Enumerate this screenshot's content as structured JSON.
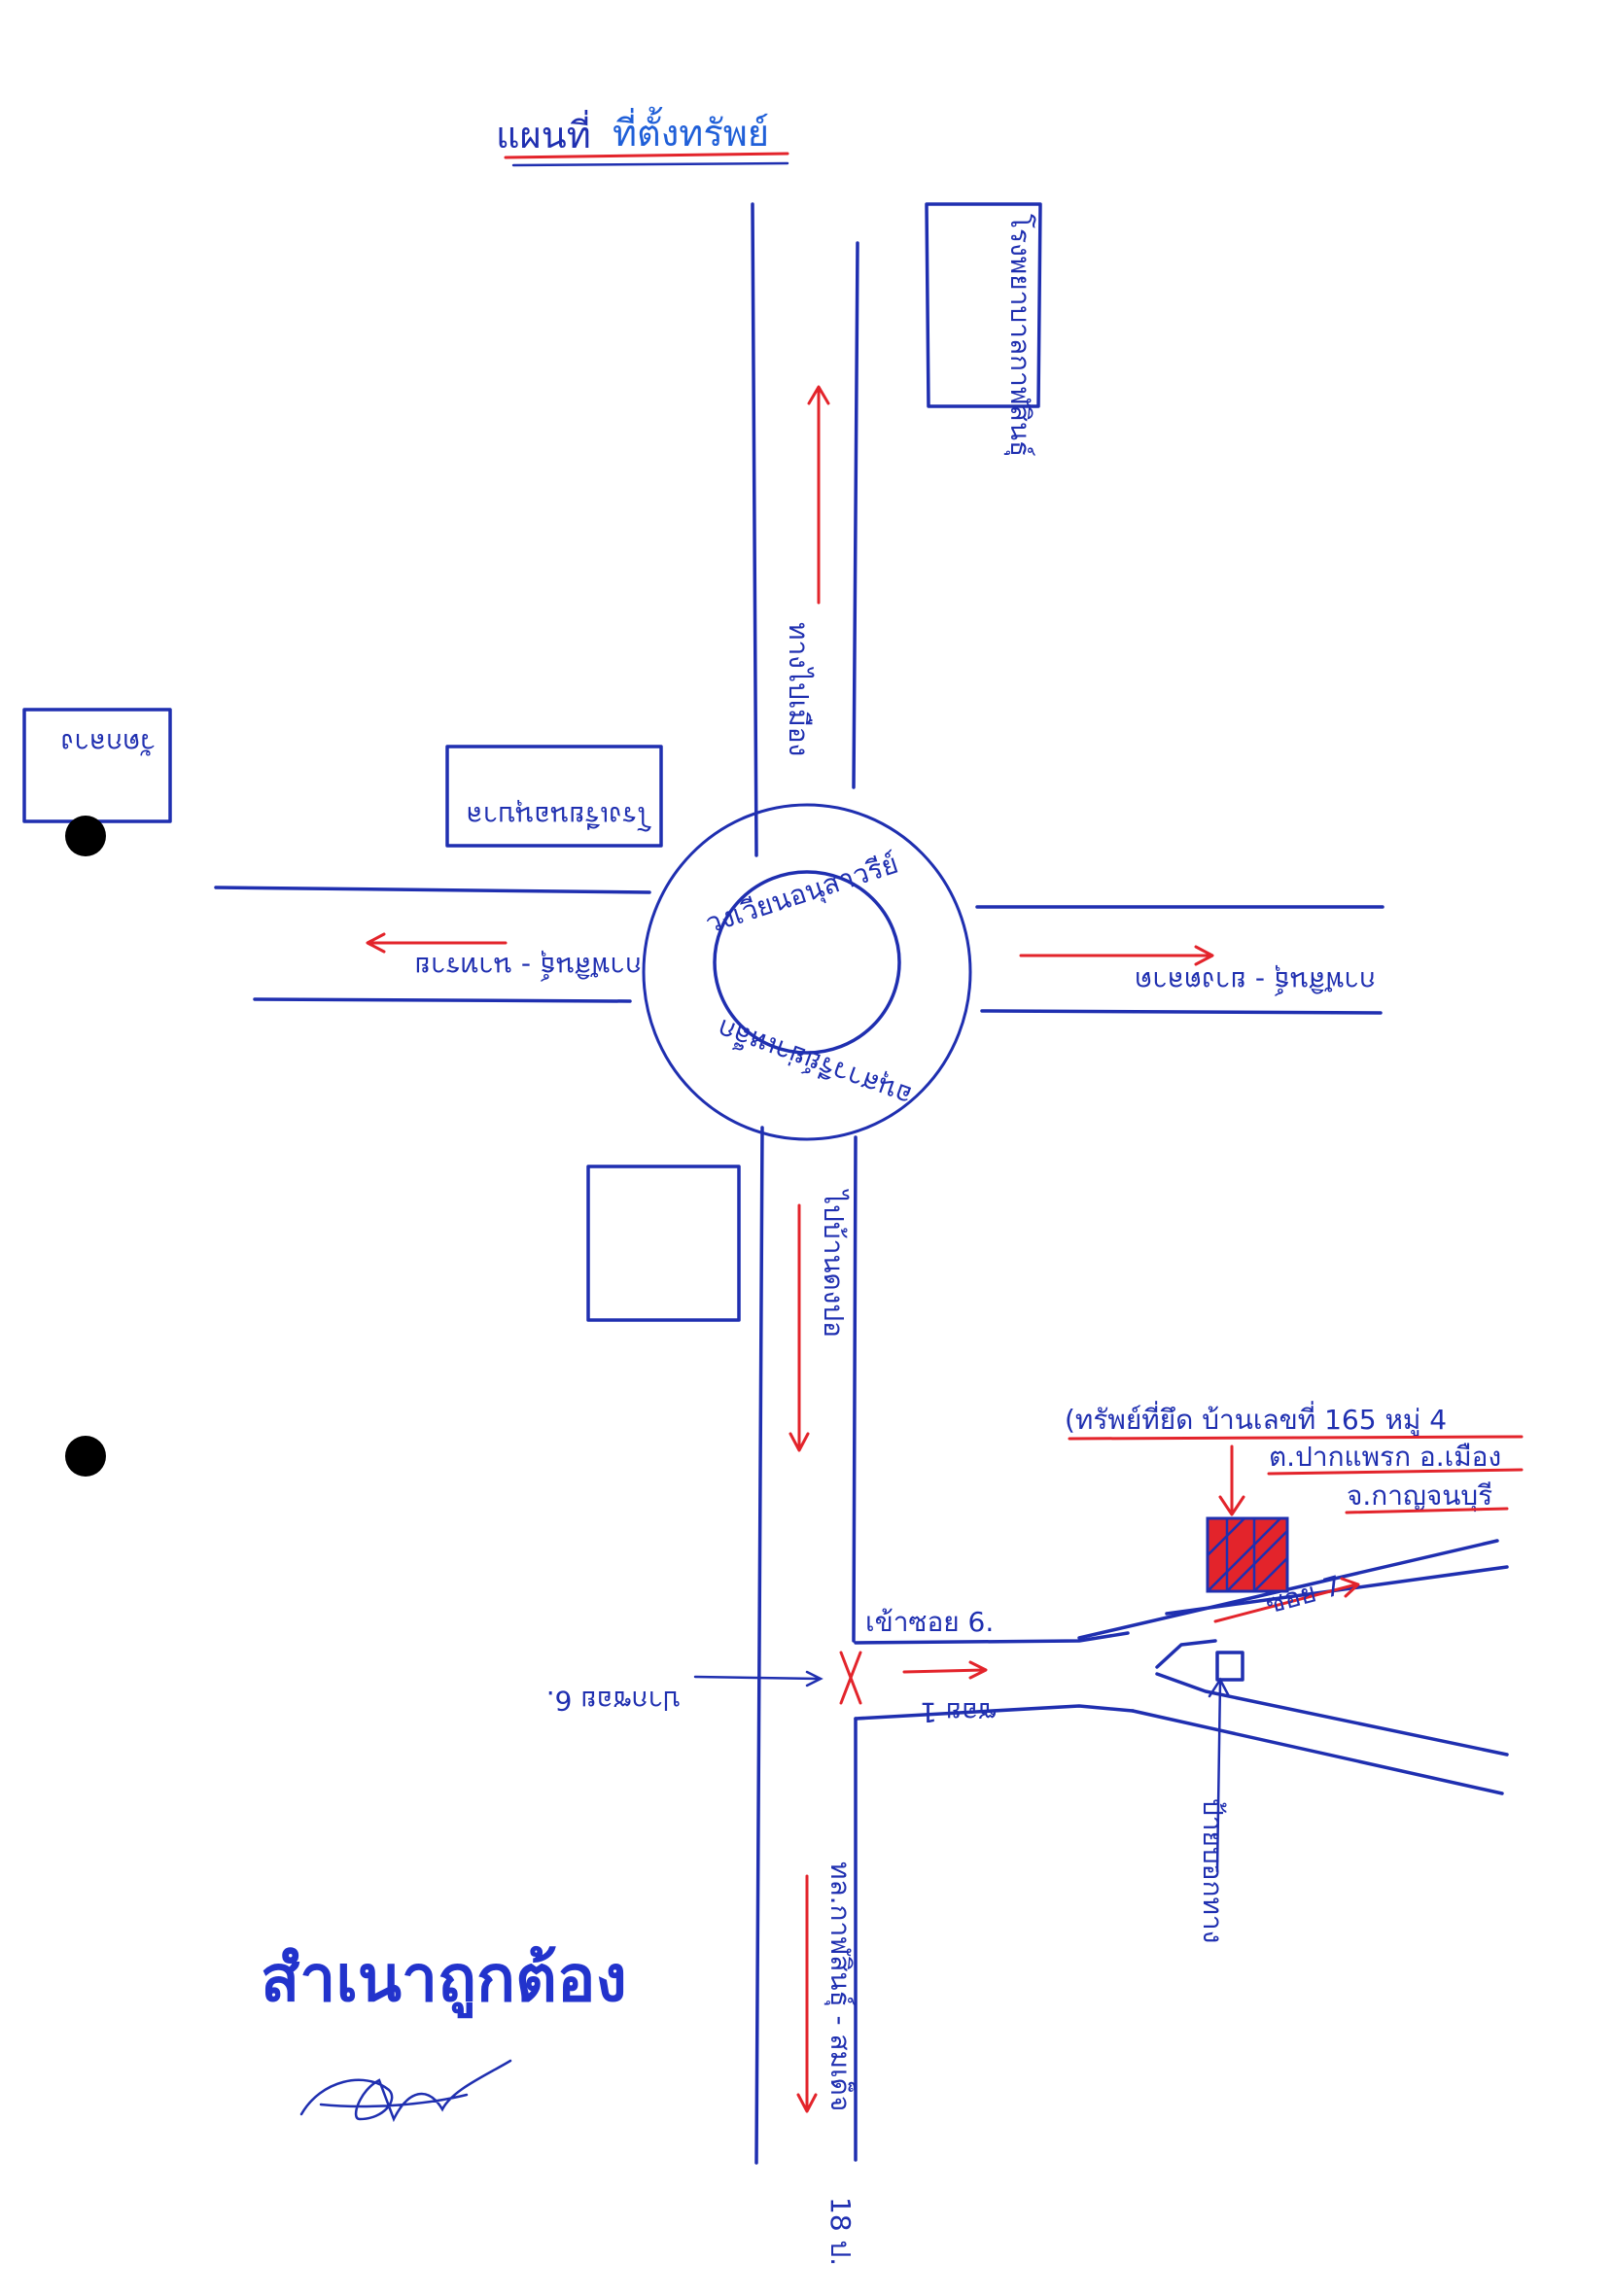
{
  "title": {
    "part1": "แผนที่",
    "part2": "ที่ตั้งทรัพย์"
  },
  "labels": {
    "hospital": "โรงพยาบาลกาฬสินธุ์",
    "north_road": "ทางไปเมือง",
    "temple": "วัดกลาง",
    "school": "โรงเรียนอนุบาล",
    "roundabout_top": "วงเวียนอนุสาวรีย์",
    "roundabout_bottom": "อนุสาวรีย์ย่าเหล็ก",
    "west_road": "กาฬสินธุ์ - นาทราย",
    "east_road": "กาฬสินธุ์ - ยางตลาด",
    "south_road_upper": "ไปบ้านดงปอ",
    "soi_entry": "เข้าซอย 6.",
    "soi_6_mark": "ปากซอย 6.",
    "soi_1": "ซอย 1",
    "soi_7": "ซอย 7",
    "property_line1": "(ทรัพย์ที่ยึด บ้านเลขที่ 165 หมู่ 4",
    "property_line2": "ต.ปากแพรก อ.เมือง",
    "property_line3": "จ.กาญจนบุรี",
    "sign_note": "ป้ายบอกทาง",
    "highway": "ทล.กาฬสินธุ์ - สมเด็จ",
    "highway_number": "18 ป."
  },
  "stamp": {
    "text": "สำเนาถูกต้อง"
  },
  "colors": {
    "ink_blue": "#1f2fb0",
    "ink_red": "#e3242b",
    "stamp_blue": "#2233cc"
  },
  "icons": [
    "north-arrow",
    "property-marker",
    "signature"
  ]
}
